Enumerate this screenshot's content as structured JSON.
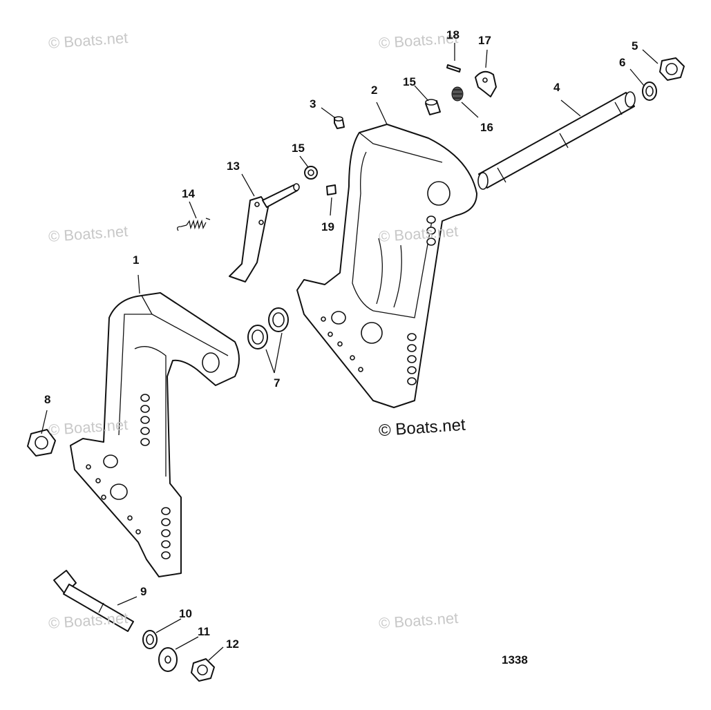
{
  "watermark_text": "© Boats.net",
  "main_watermark_text": "© Boats.net",
  "figure_number": "1338",
  "callouts": {
    "c1": "1",
    "c2": "2",
    "c3": "3",
    "c4": "4",
    "c5": "5",
    "c6": "6",
    "c7": "7",
    "c8": "8",
    "c9": "9",
    "c10": "10",
    "c11": "11",
    "c12": "12",
    "c13": "13",
    "c14": "14",
    "c15a": "15",
    "c15b": "15",
    "c16": "16",
    "c17": "17",
    "c18": "18",
    "c19": "19"
  }
}
